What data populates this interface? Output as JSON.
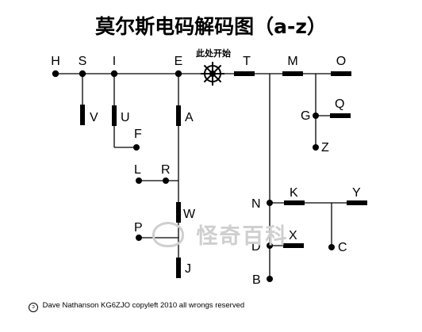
{
  "title": "莫尔斯电码解码图（a-z）",
  "start_label": "此处开始",
  "footer": {
    "icon": "copyleft-icon",
    "text": "Dave Nathanson KG6ZJO copyleft 2010 all wrongs reserved"
  },
  "watermark": {
    "icon": "wechat-icon",
    "text": "怪奇百科"
  },
  "letters": {
    "H": "H",
    "S": "S",
    "I": "I",
    "E": "E",
    "T": "T",
    "M": "M",
    "O": "O",
    "V": "V",
    "U": "U",
    "A": "A",
    "F": "F",
    "L": "L",
    "R": "R",
    "W": "W",
    "P": "P",
    "J": "J",
    "G": "G",
    "Q": "Q",
    "Z": "Z",
    "N": "N",
    "K": "K",
    "Y": "Y",
    "X": "X",
    "D": "D",
    "C": "C",
    "B": "B"
  },
  "colors": {
    "ink": "#000000",
    "watermark": "#cfcfcf"
  }
}
